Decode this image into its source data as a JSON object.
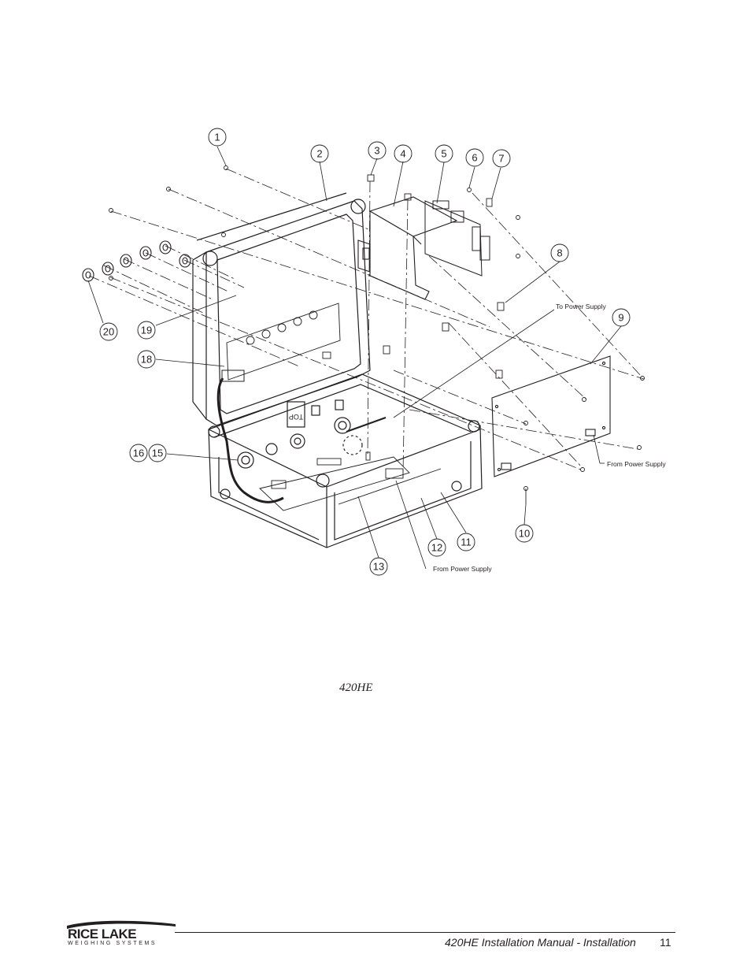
{
  "figure": {
    "callouts": [
      "1",
      "2",
      "3",
      "4",
      "5",
      "6",
      "7",
      "8",
      "9",
      "10",
      "11",
      "12",
      "13",
      "15",
      "16",
      "18",
      "19",
      "20"
    ],
    "notes": {
      "to_power_supply": "To Power Supply",
      "from_power_supply_board": "From Power Supply",
      "from_power_supply_bottom": "From Power Supply"
    },
    "cover_label": "TOP"
  },
  "caption": "420HE",
  "footer": {
    "logo_main": "RICE LAKE",
    "logo_sub": "WEIGHING SYSTEMS",
    "title": "420HE Installation Manual - Installation",
    "page_number": "11"
  }
}
